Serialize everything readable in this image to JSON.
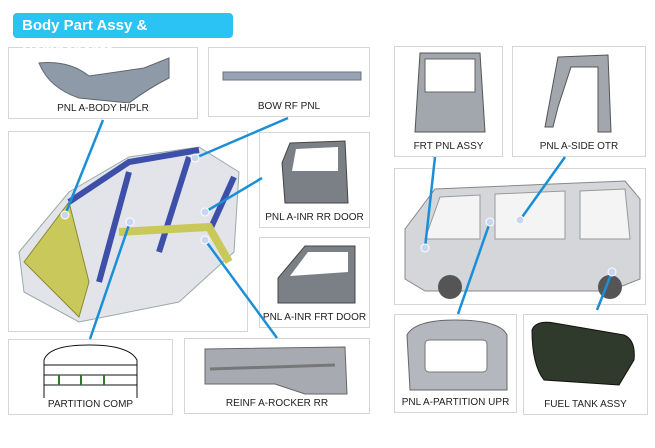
{
  "title": "Body Part Assy & Components",
  "parts": {
    "body_hplr": "PNL A-BODY H/PLR",
    "bow_rf": "BOW RF PNL",
    "inr_rr_door": "PNL A-INR RR DOOR",
    "inr_frt_door": "PNL A-INR FRT DOOR",
    "partition_comp": "PARTITION COMP",
    "reinf_rocker": "REINF A-ROCKER RR",
    "frt_pnl": "FRT PNL ASSY",
    "side_otr": "PNL A-SIDE OTR",
    "partition_upr": "PNL A-PARTITION UPR",
    "fuel_tank": "FUEL TANK ASSY"
  },
  "colors": {
    "accent": "#2bc3f3",
    "leader": "#1a8fd8"
  }
}
